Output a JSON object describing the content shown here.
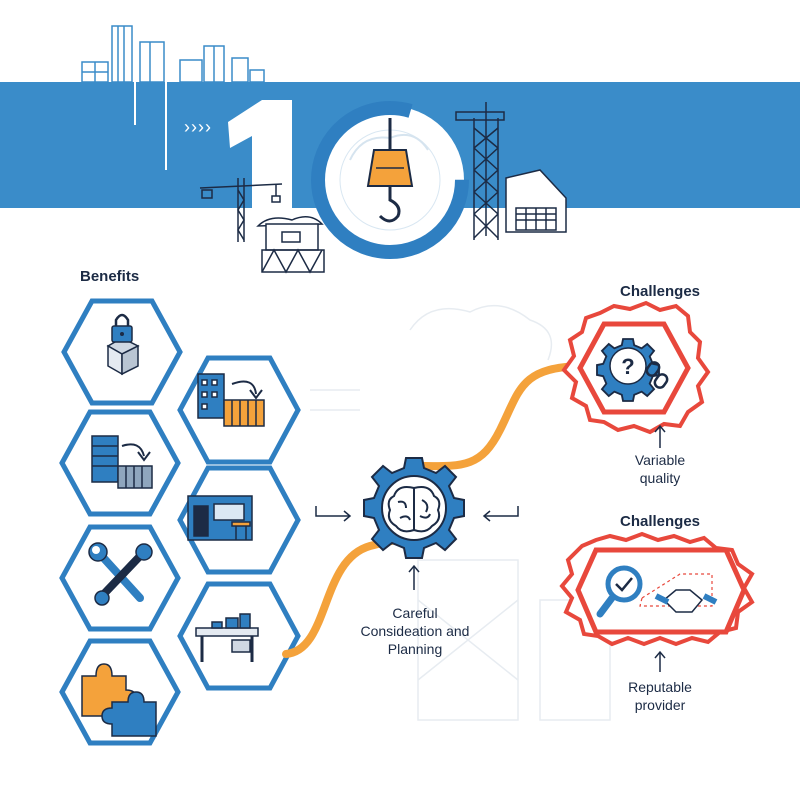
{
  "header": {
    "number": "10",
    "chevrons": "››››",
    "band_color": "#3a8cc9"
  },
  "benefits": {
    "title": "Benefits",
    "hex_color": "#2f7fc1",
    "icons": [
      "lock-box-icon",
      "building-to-modules-icon",
      "office-to-container-icon",
      "modular-office-icon",
      "wrench-screwdriver-icon",
      "desk-icon",
      "puzzle-icon"
    ]
  },
  "center": {
    "label_line1": "Careful",
    "label_line2": "Consideation and",
    "label_line3": "Planning",
    "icon": "brain-gear-icon"
  },
  "challenges": [
    {
      "title": "Challenges",
      "label_line1": "Variable",
      "label_line2": "quality",
      "icon": "question-gear-icon"
    },
    {
      "title": "Challenges",
      "label_line1": "Reputable",
      "label_line2": "provider",
      "icon": "check-handshake-icon"
    }
  ],
  "colors": {
    "accent": "#f4a23b",
    "alert": "#e8483c",
    "ink": "#1c2b45",
    "blue": "#2f7fc1"
  }
}
